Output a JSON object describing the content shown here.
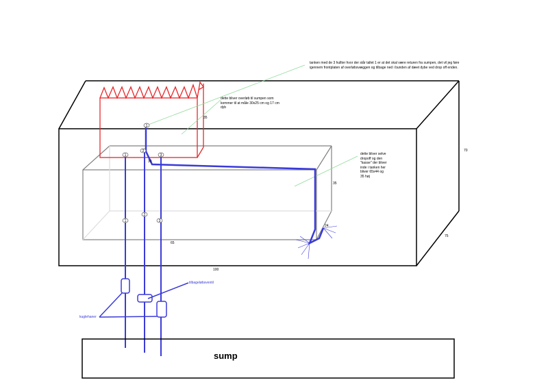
{
  "notes": {
    "return": "tanken med de 3 hullter hvor der står tallet 1 er at det skal være returen fra sumpen, det vil jeg føre igennem frontplaten af overløbsvæggen og tilbage ned i bunden af dæet dybe ved drop off enden.",
    "overflow": "dette bliver overløb til sumpen som kommer til at måle 30x25 cm og 17 cm dyb",
    "dropoff": "dette bliver selve dropoff og den \"kasse\" der bliver inde i tanken her bliver 65x44 og 35 høj"
  },
  "dimensions": {
    "overflow_height": "35",
    "overflow_width": "33",
    "box_height": "35",
    "box_depth": "24",
    "box_length": "65",
    "tank_length": "100",
    "tank_height": "70",
    "tank_depth": "75"
  },
  "pipe_labels": [
    "1",
    "1",
    "2",
    "3",
    "1",
    "2",
    "3"
  ],
  "labels": {
    "valve": "tilbageløbsventil",
    "ball_valves": "kuglehaner",
    "sump": "sump"
  },
  "colors": {
    "pipe": "#3a3ad8",
    "overflow": "#e8262a",
    "leader": "#8fd99a",
    "box": "#808080"
  }
}
